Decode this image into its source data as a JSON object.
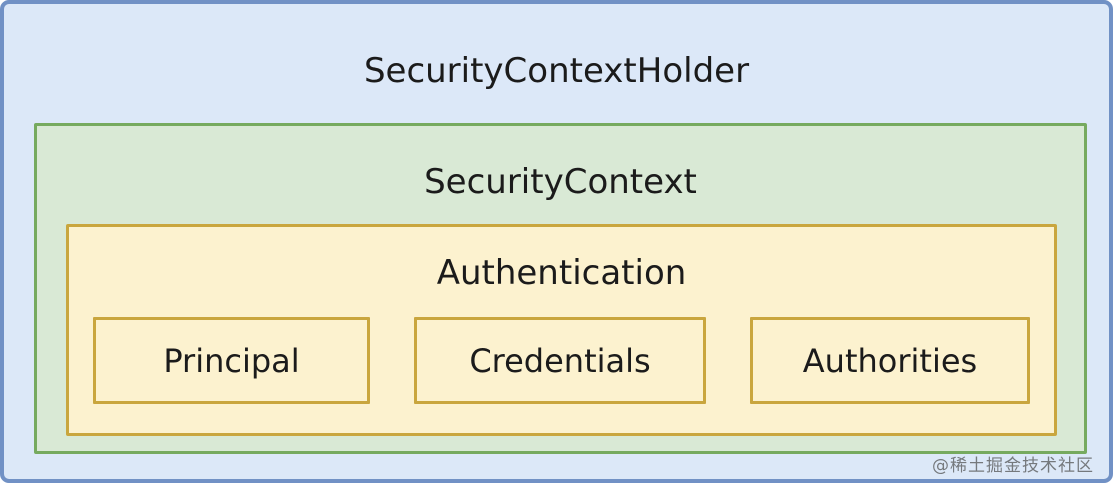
{
  "diagram": {
    "outer": {
      "title": "SecurityContextHolder",
      "background_color": "#dce8f8",
      "border_color": "#7191c5"
    },
    "context": {
      "title": "SecurityContext",
      "background_color": "#d9e9d5",
      "border_color": "#76aa5f"
    },
    "authentication": {
      "title": "Authentication",
      "background_color": "#fcf2cf",
      "border_color": "#c9a63e"
    },
    "items": [
      {
        "label": "Principal"
      },
      {
        "label": "Credentials"
      },
      {
        "label": "Authorities"
      }
    ],
    "watermark": "@稀土掘金技术社区"
  }
}
